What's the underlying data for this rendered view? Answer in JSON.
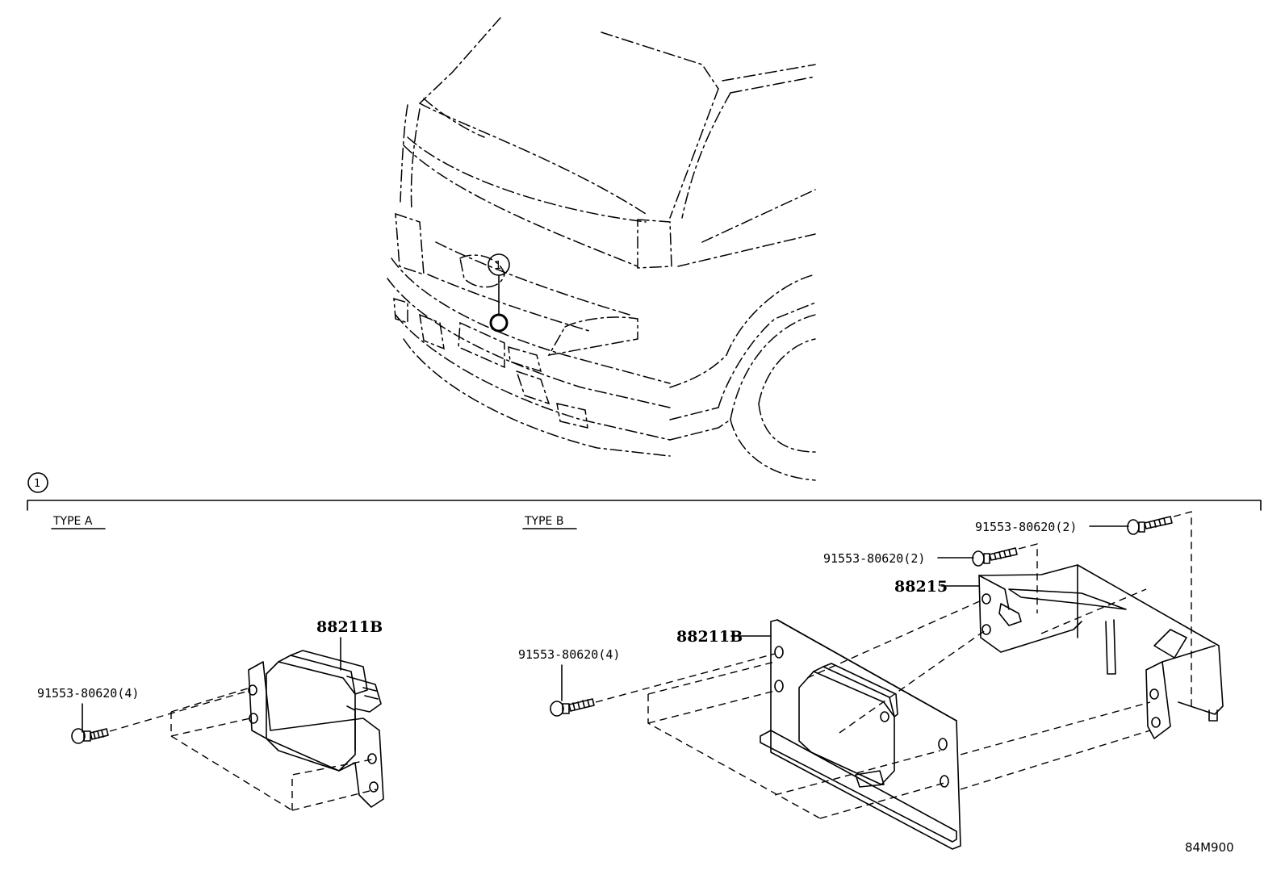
{
  "diagram": {
    "callout_number": "1",
    "section_marker": "1",
    "type_a": {
      "heading": "TYPE A",
      "unit_label": "88211B",
      "bolt_label": "91553-80620(4)"
    },
    "type_b": {
      "heading": "TYPE B",
      "unit_label": "88211B",
      "bracket_label": "88215",
      "bolt_label_main": "91553-80620(4)",
      "bolt_label_upper_1": "91553-80620(2)",
      "bolt_label_upper_2": "91553-80620(2)"
    },
    "reference_code": "84M900"
  }
}
